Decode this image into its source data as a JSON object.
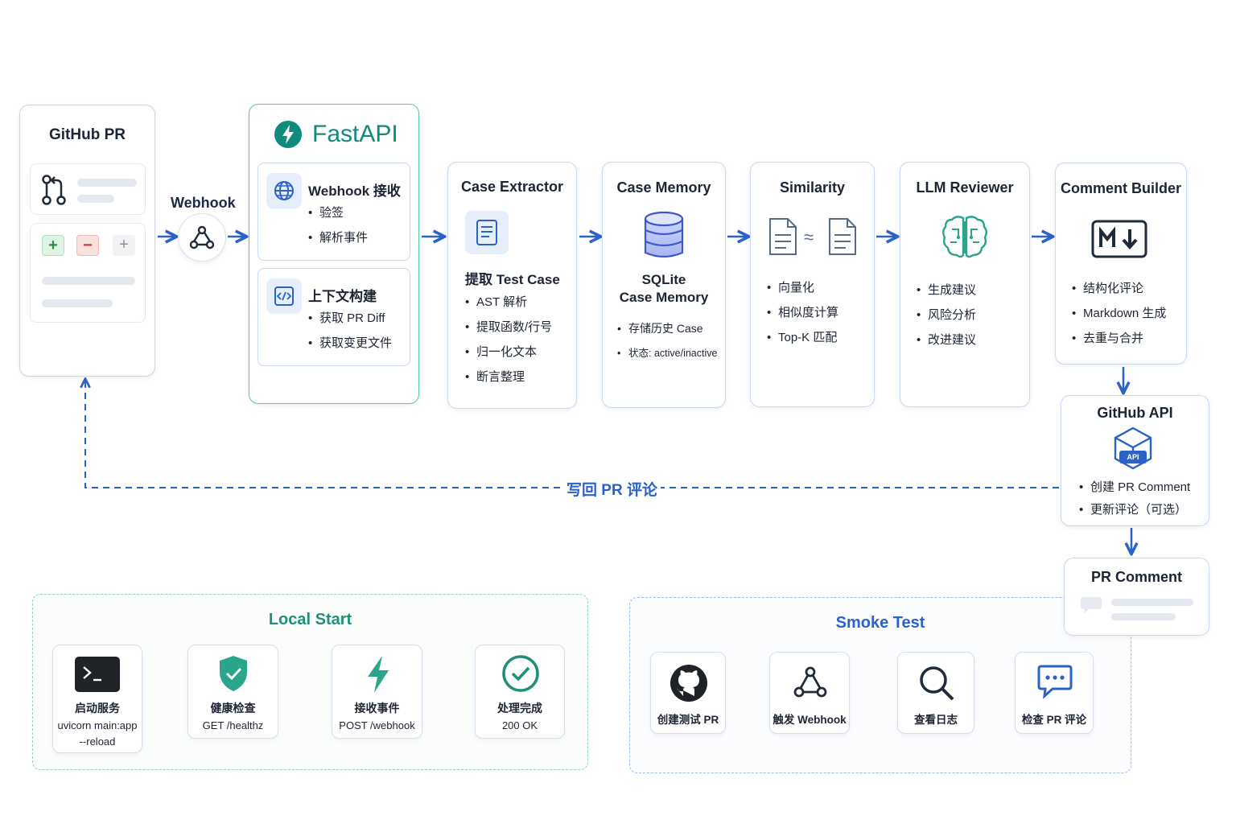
{
  "github_pr": {
    "title": "GitHub PR",
    "diff_plus": "+",
    "diff_minus": "−",
    "diff_neutral": "+"
  },
  "webhook": {
    "label": "Webhook"
  },
  "fastapi": {
    "title": "FastAPI",
    "webhook_section": {
      "title": "Webhook 接收",
      "items": [
        "验签",
        "解析事件"
      ]
    },
    "context_section": {
      "title": "上下文构建",
      "items": [
        "获取 PR Diff",
        "获取变更文件"
      ]
    }
  },
  "case_extractor": {
    "title": "Case Extractor",
    "subtitle": "提取 Test Case",
    "items": [
      "AST 解析",
      "提取函数/行号",
      "归一化文本",
      "断言整理"
    ]
  },
  "case_memory": {
    "title": "Case Memory",
    "db_line1": "SQLite",
    "db_line2": "Case Memory",
    "items": [
      "存储历史 Case",
      "状态: active/inactive"
    ]
  },
  "similarity": {
    "title": "Similarity",
    "approx": "≈",
    "items": [
      "向量化",
      "相似度计算",
      "Top-K 匹配"
    ]
  },
  "llm_reviewer": {
    "title": "LLM Reviewer",
    "items": [
      "生成建议",
      "风险分析",
      "改进建议"
    ]
  },
  "comment_builder": {
    "title": "Comment Builder",
    "items": [
      "结构化评论",
      "Markdown 生成",
      "去重与合并"
    ]
  },
  "github_api": {
    "title": "GitHub API",
    "badge": "API",
    "items": [
      "创建 PR Comment",
      "更新评论（可选）"
    ]
  },
  "pr_comment": {
    "title": "PR Comment"
  },
  "writeback": {
    "label": "写回 PR 评论"
  },
  "local_start": {
    "title": "Local Start",
    "steps": [
      {
        "label": "启动服务",
        "sub": "uvicorn main:app",
        "sub2": "--reload"
      },
      {
        "label": "健康检查",
        "sub": "GET /healthz"
      },
      {
        "label": "接收事件",
        "sub": "POST /webhook"
      },
      {
        "label": "处理完成",
        "sub": "200 OK"
      }
    ]
  },
  "smoke_test": {
    "title": "Smoke Test",
    "steps": [
      {
        "label": "创建测试 PR"
      },
      {
        "label": "触发 Webhook"
      },
      {
        "label": "查看日志"
      },
      {
        "label": "检查 PR 评论"
      }
    ]
  },
  "colors": {
    "arrow_blue": "#2a62c9",
    "teal": "#2aa58c",
    "card_border": "#c9d8ef",
    "fastapi_teal": "#0f8b7c"
  },
  "icons": [
    "pull-request-icon",
    "webhook-icon",
    "lightning-icon",
    "globe-icon",
    "code-icon",
    "document-icon",
    "database-icon",
    "brain-icon",
    "markdown-icon",
    "api-cube-icon",
    "chat-icon",
    "terminal-icon",
    "shield-check-icon",
    "bolt-icon",
    "check-circle-icon",
    "github-icon",
    "search-icon",
    "comment-icon"
  ]
}
